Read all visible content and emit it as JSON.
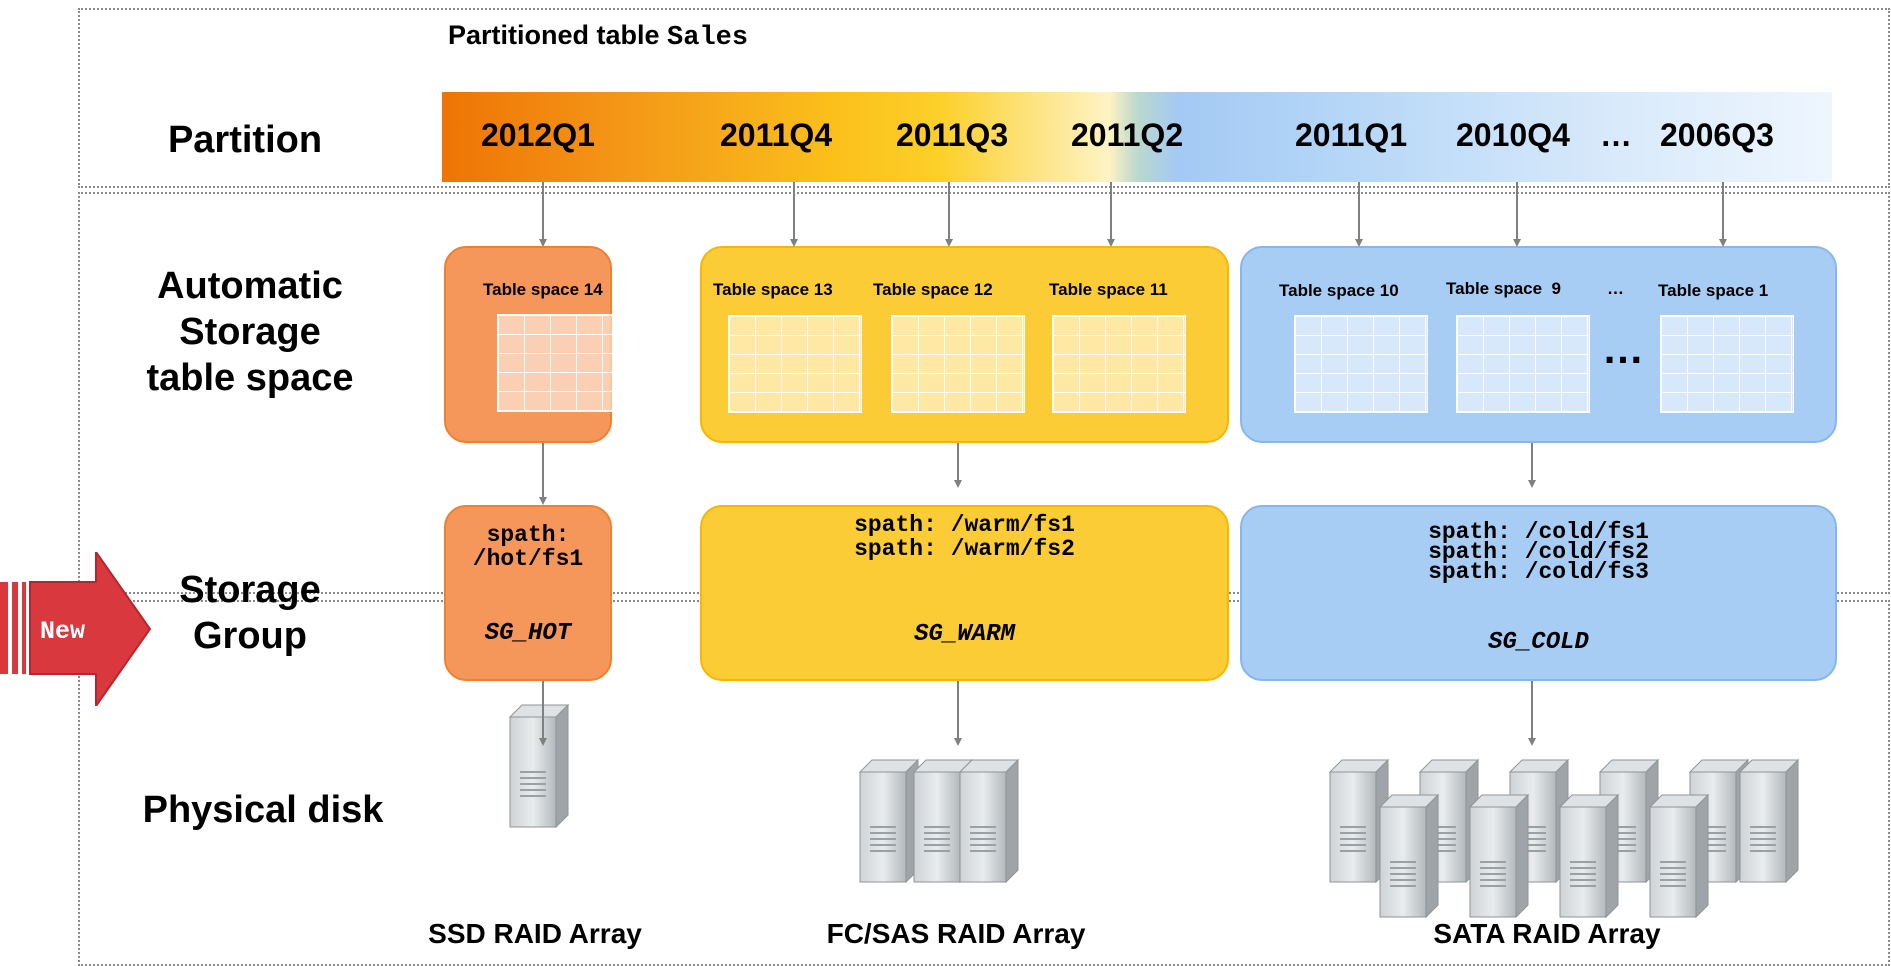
{
  "title": {
    "prefix": "Partitioned table",
    "table_name": "Sales"
  },
  "row_labels": {
    "partition": "Partition",
    "tablespace": "Automatic\nStorage\ntable space",
    "storage_group": "Storage\nGroup",
    "physical_disk": "Physical disk"
  },
  "partitions": [
    "2012Q1",
    "2011Q4",
    "2011Q3",
    "2011Q2",
    "2011Q1",
    "2010Q4",
    "…",
    "2006Q3"
  ],
  "tablespaces": [
    "Table space 14",
    "Table space 13",
    "Table space 12",
    "Table space 11",
    "Table space 10",
    "Table space  9",
    "…",
    "Table space 1"
  ],
  "tablespace_ellipsis": "…",
  "storage_groups": {
    "hot": {
      "paths": "spath:\n/hot/fs1",
      "name": "SG_HOT"
    },
    "warm": {
      "paths": "spath: /warm/fs1\nspath: /warm/fs2",
      "name": "SG_WARM"
    },
    "cold": {
      "paths": "spath: /cold/fs1\nspath: /cold/fs2\nspath: /cold/fs3",
      "name": "SG_COLD"
    }
  },
  "disk_arrays": [
    "SSD RAID Array",
    "FC/SAS RAID Array",
    "SATA RAID Array"
  ],
  "new_badge": "New",
  "colors": {
    "hot": "#f5965a",
    "warm": "#fccc36",
    "cold": "#a8cdf5",
    "new_arrow": "#d9383f"
  }
}
